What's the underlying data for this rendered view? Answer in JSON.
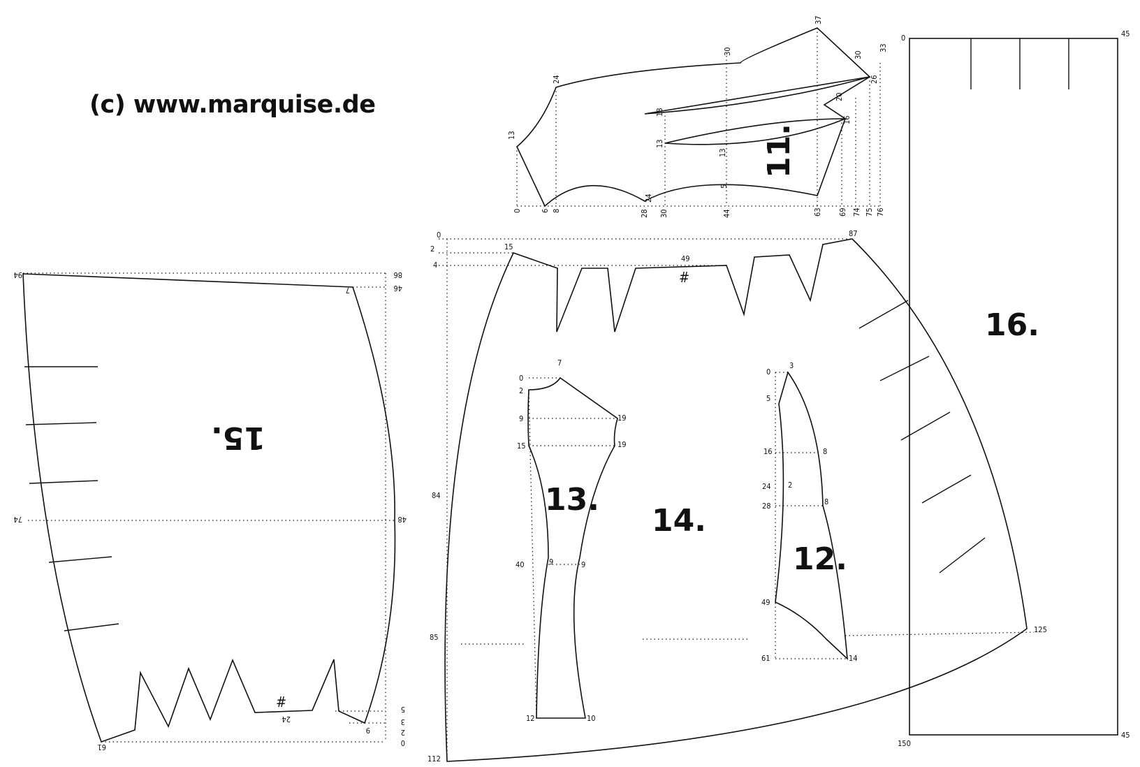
{
  "copyright": "(c) www.marquise.de",
  "pieces": {
    "p11": {
      "number": "11.",
      "labels": [
        "37",
        "33",
        "30",
        "30",
        "26",
        "24",
        "20",
        "18",
        "13",
        "13",
        "13",
        "16",
        "5",
        "0",
        "6",
        "8",
        "28",
        "24",
        "30",
        "44",
        "63",
        "69",
        "74",
        "75",
        "76"
      ]
    },
    "p12": {
      "number": "12.",
      "labels": [
        "0",
        "3",
        "5",
        "16",
        "8",
        "24",
        "2",
        "28",
        "8",
        "49",
        "61",
        "14"
      ]
    },
    "p13": {
      "number": "13.",
      "labels": [
        "0",
        "7",
        "2",
        "9",
        "19",
        "15",
        "19",
        "40",
        "9",
        "9",
        "12",
        "10"
      ]
    },
    "p14": {
      "number": "14.",
      "labels": [
        "0",
        "2",
        "4",
        "15",
        "49",
        "87",
        "84",
        "85",
        "112",
        "125"
      ],
      "mark": "#"
    },
    "p15": {
      "number": "15.",
      "labels": [
        "94",
        "86",
        "46",
        "7",
        "74",
        "48",
        "24",
        "5",
        "3",
        "2",
        "0",
        "61",
        "9"
      ],
      "mark": "#"
    },
    "p16": {
      "number": "16.",
      "labels": [
        "0",
        "45",
        "150",
        "45"
      ]
    }
  }
}
